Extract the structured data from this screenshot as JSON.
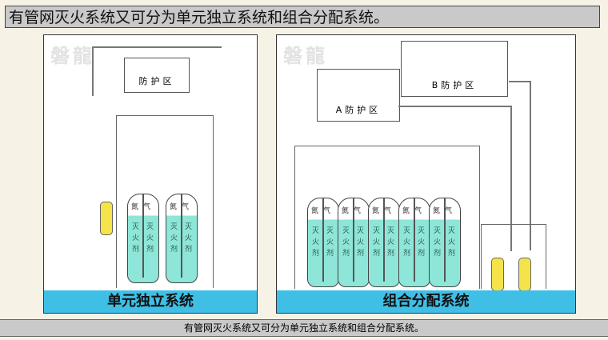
{
  "header": {
    "title": "有管网灭火系统又可分为单元独立系统和组合分配系统。"
  },
  "watermark": "磐龍",
  "cylinder": {
    "gas": "氮气",
    "agent1": "灭",
    "agent2": "火",
    "agent3": "剂"
  },
  "left": {
    "zone": "防护区",
    "caption": "单元独立系统",
    "cylinders": 2
  },
  "right": {
    "zone_a": "A防护区",
    "zone_b": "B防护区",
    "caption": "组合分配系统",
    "cylinders": 5
  },
  "footer": {
    "caption": "有管网灭火系统又可分为单元独立系统和组合分配系统。"
  }
}
